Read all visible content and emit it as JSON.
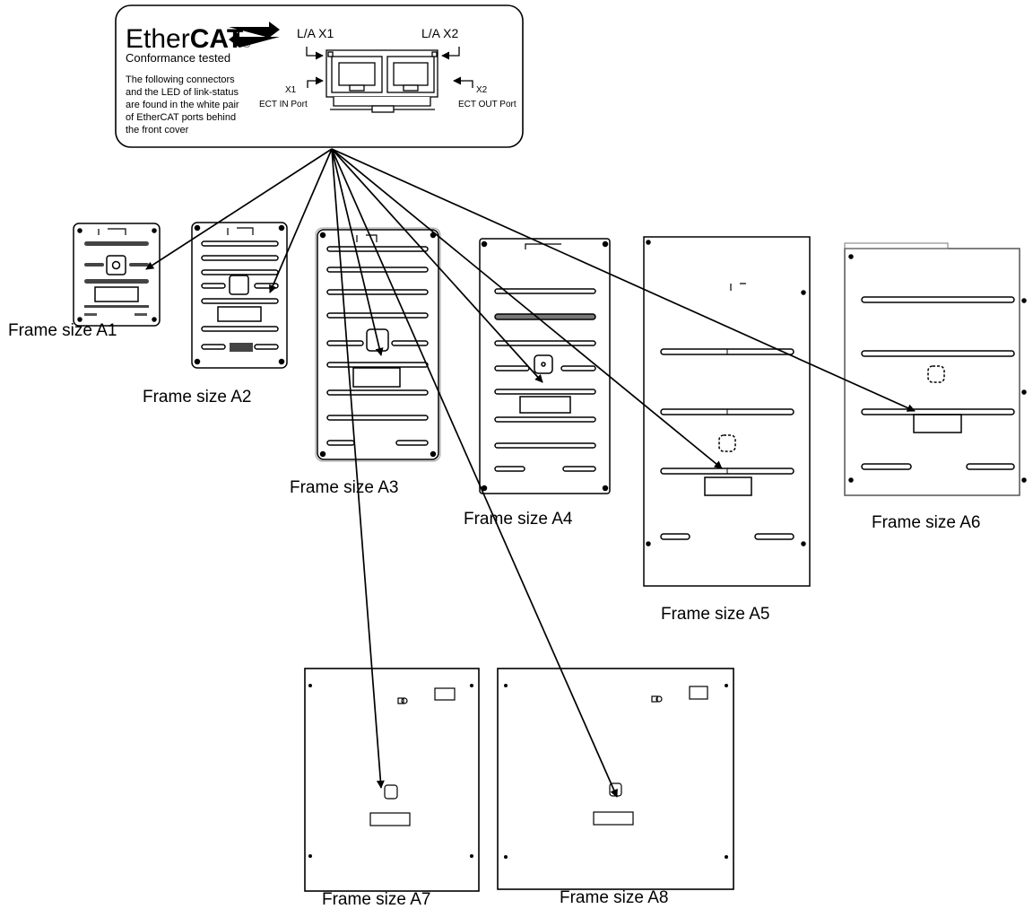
{
  "ethercat_card": {
    "logo_light": "Ether",
    "logo_bold": "CAT",
    "logo_mark": "®",
    "subtitle": "Conformance tested",
    "description": [
      "The following connectors",
      "and the LED of link-status",
      "are found in the white pair",
      "of EtherCAT ports behind",
      "the front cover"
    ],
    "la_x1": "L/A X1",
    "la_x2": "L/A X2",
    "x1": "X1",
    "x2": "X2",
    "ect_in": "ECT IN Port",
    "ect_out": "ECT OUT Port"
  },
  "frames": [
    {
      "id": "A1",
      "label": "Frame size A1"
    },
    {
      "id": "A2",
      "label": "Frame size A2"
    },
    {
      "id": "A3",
      "label": "Frame size A3"
    },
    {
      "id": "A4",
      "label": "Frame size A4"
    },
    {
      "id": "A5",
      "label": "Frame size A5"
    },
    {
      "id": "A6",
      "label": "Frame size A6"
    },
    {
      "id": "A7",
      "label": "Frame size A7"
    },
    {
      "id": "A8",
      "label": "Frame size A8"
    }
  ],
  "colors": {
    "stroke": "#000000",
    "panel_grey": "#555555",
    "background": "#ffffff"
  }
}
